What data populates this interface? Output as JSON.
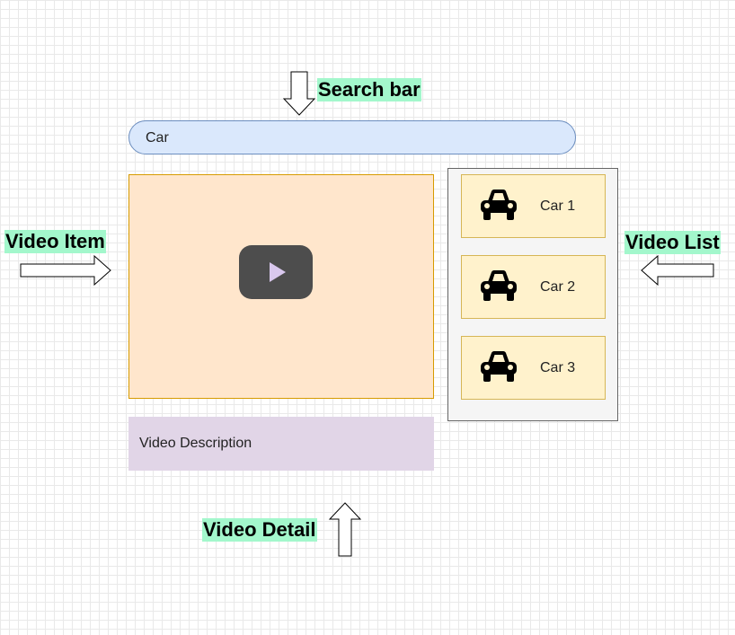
{
  "callouts": {
    "search_bar": "Search bar",
    "video_item": "Video Item",
    "video_list": "Video List",
    "video_detail": "Video Detail"
  },
  "search": {
    "value": "Car"
  },
  "video_item": {
    "play_icon": "play-icon"
  },
  "video_detail": {
    "description": "Video Description"
  },
  "video_list": {
    "items": [
      {
        "label": "Car 1",
        "icon": "car-icon"
      },
      {
        "label": "Car 2",
        "icon": "car-icon"
      },
      {
        "label": "Car 3",
        "icon": "car-icon"
      }
    ]
  },
  "colors": {
    "callout_highlight": "#a3f7cc",
    "search_fill": "#dae8fc",
    "search_stroke": "#6c8ebf",
    "video_fill": "#ffe6cc",
    "video_stroke": "#d79b00",
    "description_fill": "#e1d5e7",
    "list_fill": "#f5f5f5",
    "list_item_fill": "#fff2cc",
    "list_item_stroke": "#d6b656"
  }
}
